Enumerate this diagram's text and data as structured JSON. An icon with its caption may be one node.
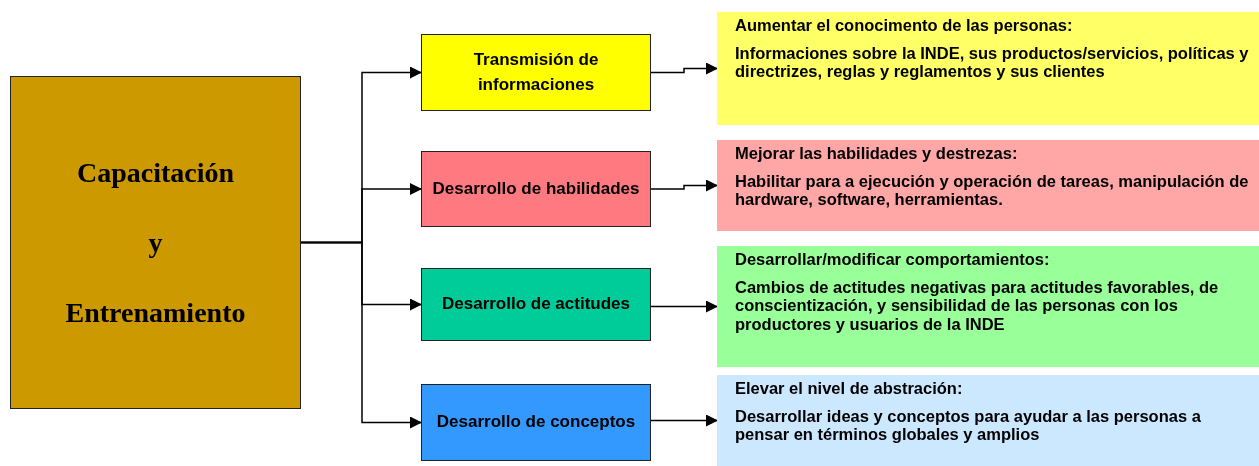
{
  "diagram": {
    "nodes": [
      {
        "text": [
          "Capacitación",
          "y",
          "Entrenamiento"
        ]
      },
      {
        "text": [
          "Transmisión de informaciones"
        ]
      },
      {
        "text": [
          "Desarrollo de habilidades"
        ]
      },
      {
        "text": [
          "Desarrollo de actitudes"
        ]
      },
      {
        "text": [
          "Desarrollo de conceptos"
        ]
      },
      {
        "text": [
          "Aumentar el conocimento de las personas:",
          "Informaciones sobre la INDE, sus productos/servicios, políticas y directrizes, reglas y reglamentos y sus clientes"
        ]
      },
      {
        "text": [
          "Mejorar las habilidades y destrezas:",
          "Habilitar para a ejecución y operación de tareas, manipulación de hardware, software, herramientas."
        ]
      },
      {
        "text": [
          "Desarrollar/modificar comportamientos:",
          "Cambios de actitudes negativas para actitudes favorables, de conscientización, y sensibilidad  de las personas con los productores y usuarios de la INDE"
        ]
      },
      {
        "text": [
          "Elevar el nivel de abstración:",
          "Desarrollar ideas y conceptos para ayudar a las personas a pensar en términos globales y amplios"
        ]
      }
    ],
    "edges": [
      {
        "from": 0,
        "to": 1,
        "arrow": "to"
      },
      {
        "from": 0,
        "to": 2,
        "arrow": "to"
      },
      {
        "from": 0,
        "to": 3,
        "arrow": "to"
      },
      {
        "from": 0,
        "to": 4,
        "arrow": "to"
      },
      {
        "from": 1,
        "to": 5,
        "arrow": "to"
      },
      {
        "from": 2,
        "to": 6,
        "arrow": "to"
      },
      {
        "from": 3,
        "to": 7,
        "arrow": "to"
      },
      {
        "from": 4,
        "to": 8,
        "arrow": "to"
      }
    ]
  }
}
